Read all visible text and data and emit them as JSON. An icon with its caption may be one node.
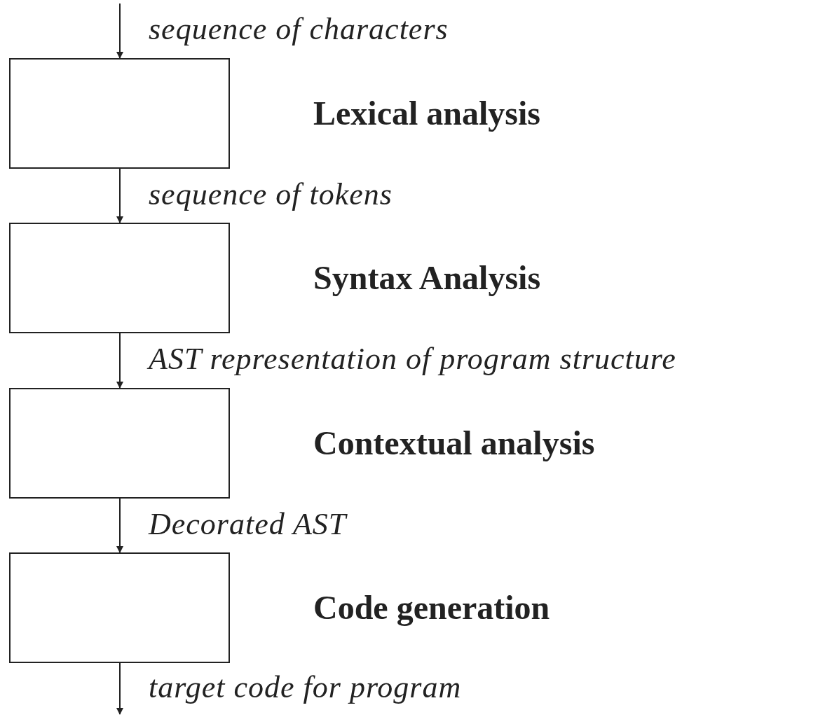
{
  "diagram": {
    "nodes": [
      {
        "text": [],
        "shape": "box",
        "beside": [
          "Lexical analysis"
        ]
      },
      {
        "text": [],
        "shape": "box",
        "beside": [
          "Syntax Analysis"
        ]
      },
      {
        "text": [],
        "shape": "box",
        "beside": [
          "Contextual analysis"
        ]
      },
      {
        "text": [],
        "shape": "box",
        "beside": [
          "Code generation"
        ]
      }
    ],
    "edges": [
      {
        "from": null,
        "to": 0,
        "arrow": "to",
        "label": "sequence of characters"
      },
      {
        "from": 0,
        "to": 1,
        "arrow": "to",
        "label": "sequence of tokens"
      },
      {
        "from": 1,
        "to": 2,
        "arrow": "to",
        "label": "AST representation of program structure"
      },
      {
        "from": 2,
        "to": 3,
        "arrow": "to",
        "label": "Decorated AST"
      },
      {
        "from": 3,
        "to": null,
        "arrow": "to",
        "label": "target code for program"
      }
    ]
  }
}
